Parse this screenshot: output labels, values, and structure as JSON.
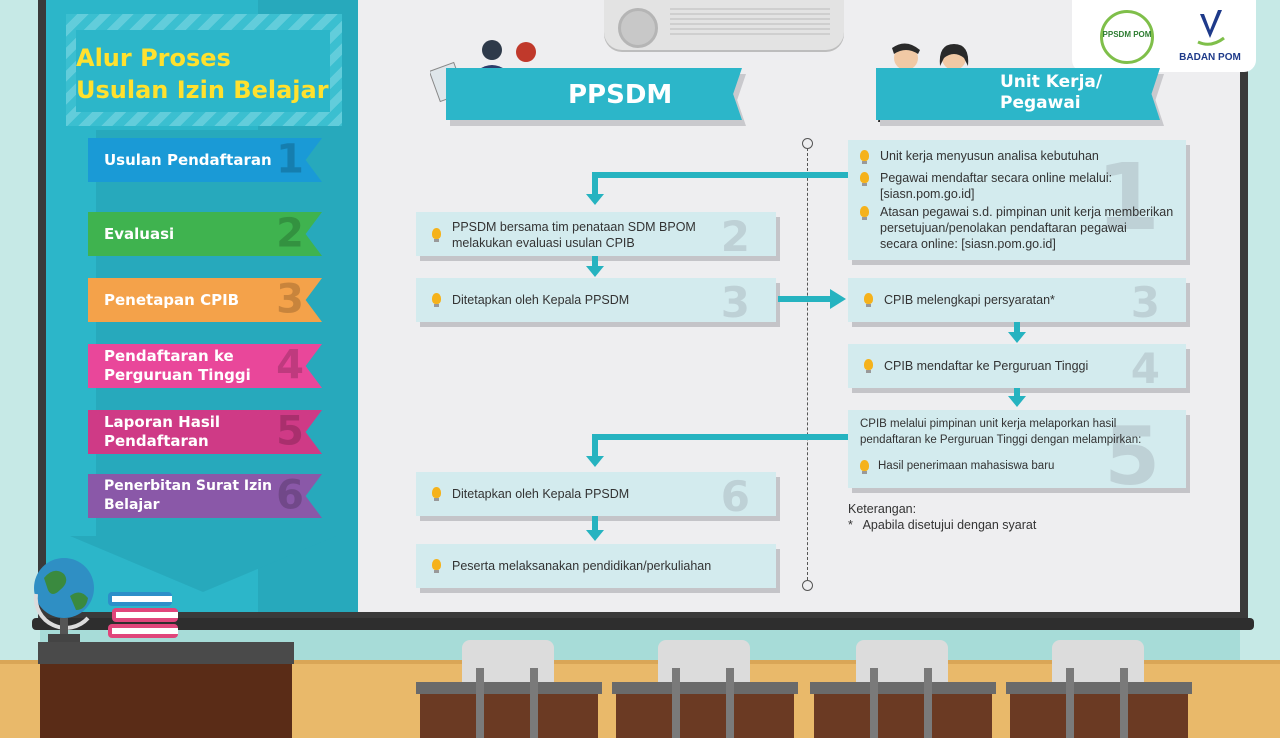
{
  "title": {
    "line1": "Alur Proses",
    "line2": "Usulan Izin Belajar"
  },
  "steps": [
    {
      "label_lines": [
        "Usulan Pendaftaran"
      ],
      "number": "1",
      "color": "#1a9ad6"
    },
    {
      "label_lines": [
        "Evaluasi"
      ],
      "number": "2",
      "color": "#3fb34f"
    },
    {
      "label_lines": [
        "Penetapan CPIB"
      ],
      "number": "3",
      "color": "#f4a24a"
    },
    {
      "label_lines": [
        "Pendaftaran ke",
        "Perguruan Tinggi"
      ],
      "number": "4",
      "color": "#e9479a"
    },
    {
      "label_lines": [
        "Laporan Hasil Pendaftaran"
      ],
      "number": "5",
      "color": "#cf3a86"
    },
    {
      "label_lines": [
        "Penerbitan Surat Izin Belajar"
      ],
      "number": "6",
      "color": "#8a58a8"
    }
  ],
  "headers": {
    "ppsdm": "PPSDM",
    "unit_line1": "Unit Kerja/",
    "unit_line2": "Pegawai"
  },
  "logos": {
    "ppsdm": "PPSDM POM",
    "badan_pom": "BADAN POM"
  },
  "unit_box1": {
    "number": "1",
    "items": [
      [
        "Unit kerja menyusun analisa kebutuhan"
      ],
      [
        "Pegawai mendaftar secara online melalui:",
        "[siasn.pom.go.id]"
      ],
      [
        "Atasan pegawai s.d. pimpinan unit kerja memberikan",
        "persetujuan/penolakan pendaftaran pegawai",
        "secara online: [siasn.pom.go.id]"
      ]
    ]
  },
  "ppsdm_box2": {
    "number": "2",
    "lines": [
      "PPSDM bersama tim penataan SDM BPOM",
      "melakukan evaluasi usulan CPIB"
    ]
  },
  "ppsdm_box3": {
    "number": "3",
    "text": "Ditetapkan oleh Kepala PPSDM"
  },
  "unit_box3": {
    "number": "3",
    "text": "CPIB melengkapi persyaratan*"
  },
  "unit_box4": {
    "number": "4",
    "text": "CPIB mendaftar ke Perguruan Tinggi"
  },
  "unit_box5": {
    "number": "5",
    "intro": [
      "CPIB melalui pimpinan unit kerja melaporkan hasil",
      "pendaftaran ke Perguruan Tinggi dengan melampirkan:"
    ],
    "item": "Hasil penerimaan mahasiswa baru"
  },
  "ppsdm_box6": {
    "number": "6",
    "text": "Ditetapkan oleh Kepala PPSDM"
  },
  "ppsdm_box7": {
    "text": "Peserta melaksanakan pendidikan/perkuliahan"
  },
  "notes": {
    "heading": "Keterangan:",
    "item": "*   Apabila disetujui dengan syarat"
  },
  "colors": {
    "accent": "#2cb6c9",
    "title": "#ffe12e",
    "box": "#d3ebee",
    "bulb": "#f5b21b"
  }
}
